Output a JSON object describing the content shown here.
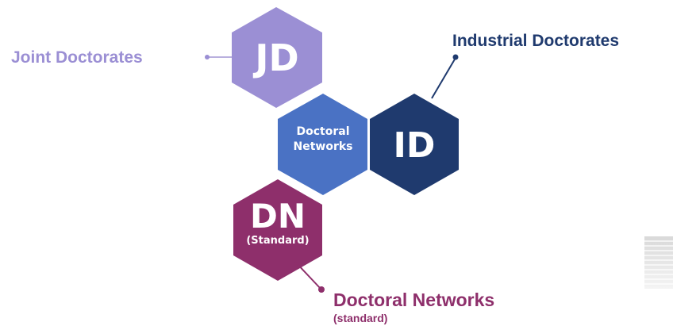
{
  "colors": {
    "jd": "#9b8fd4",
    "dn_center": "#4a72c4",
    "id": "#1f3a6e",
    "dn_standard": "#8e2f6b",
    "connector_gray": "#b9b0de",
    "connector_dark": "#1f3a6e",
    "connector_magenta": "#8e2f6b"
  },
  "hexagons": {
    "jd": {
      "title": "JD"
    },
    "center": {
      "line1": "Doctoral",
      "line2": "Networks"
    },
    "id": {
      "title": "ID"
    },
    "dn": {
      "title": "DN",
      "subtitle": "(Standard)"
    }
  },
  "labels": {
    "joint": "Joint Doctorates",
    "industrial": "Industrial Doctorates",
    "doctoral_networks": "Doctoral Networks",
    "doctoral_networks_sub": "(standard)"
  },
  "decor": {
    "corner_graphic": "striped-panel"
  }
}
